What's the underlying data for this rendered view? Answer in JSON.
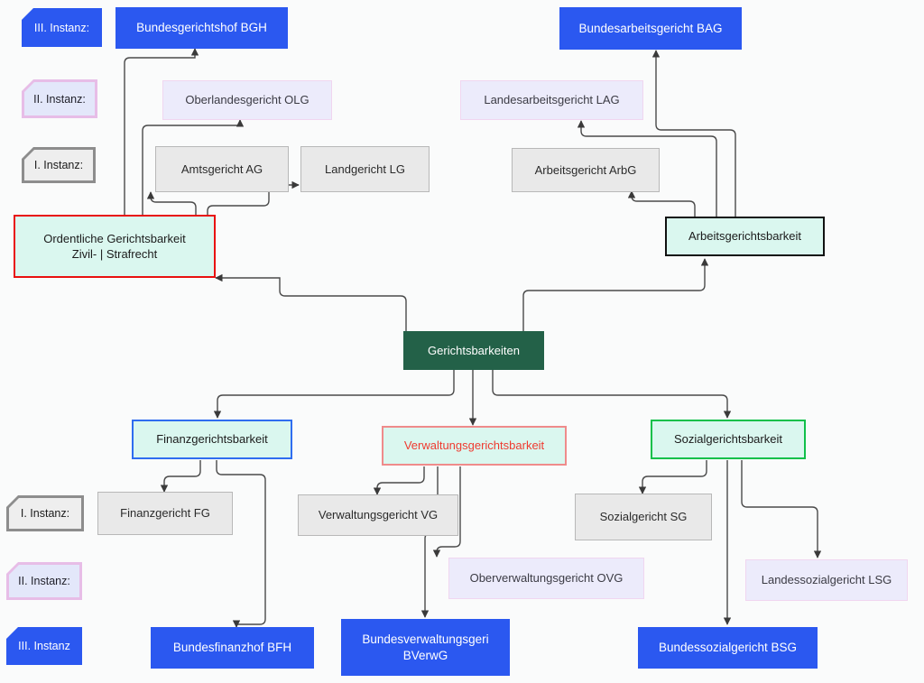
{
  "diagram": {
    "title": "Gerichtsbarkeiten",
    "background": "#fafbfb",
    "edge_color": "#4a4a4a"
  },
  "legend": {
    "top": [
      {
        "id": "legend-top-iii",
        "label": "III. Instanz:",
        "fill": "#2b58f0",
        "border": "#2b58f0",
        "text": "#ffffff"
      },
      {
        "id": "legend-top-ii",
        "label": "II. Instanz:",
        "fill": "#e3e7fa",
        "border": "#e7bde7",
        "text": "#1e1e28"
      },
      {
        "id": "legend-top-i",
        "label": "I. Instanz:",
        "fill": "#eeeeee",
        "border": "#8d8d8d",
        "text": "#1b1b1b"
      }
    ],
    "bottom": [
      {
        "id": "legend-bottom-i",
        "label": "I. Instanz:",
        "fill": "#eeeeee",
        "border": "#8d8d8d",
        "text": "#1b1b1b"
      },
      {
        "id": "legend-bottom-ii",
        "label": "II. Instanz:",
        "fill": "#e3e7fa",
        "border": "#e7bde7",
        "text": "#1e1e28"
      },
      {
        "id": "legend-bottom-iii",
        "label": "III. Instanz",
        "fill": "#2b58f0",
        "border": "#2b58f0",
        "text": "#ffffff"
      }
    ]
  },
  "root": {
    "label": "Gerichtsbarkeiten",
    "fill": "#236148",
    "text": "#ffffff"
  },
  "branches": [
    {
      "id": "ordentliche",
      "label_line1": "Ordentliche Gerichtsbarkeit",
      "label_line2": "Zivil- | Strafrecht",
      "border": "#e8100f",
      "fill": "#daf7ef",
      "text": "#1b1b1b"
    },
    {
      "id": "arbeits",
      "label_line1": "Arbeitsgerichtsbarkeit",
      "label_line2": "",
      "border": "#111111",
      "fill": "#daf7ef",
      "text": "#1b1b1b"
    },
    {
      "id": "finanz",
      "label_line1": "Finanzgerichtsbarkeit",
      "label_line2": "",
      "border": "#2f6df0",
      "fill": "#daf7ef",
      "text": "#1b1b1b"
    },
    {
      "id": "verwaltung",
      "label_line1": "Verwaltungsgerichtsbarkeit",
      "label_line2": "",
      "border": "#ef8b8b",
      "fill": "#daf7ef",
      "text": "#ef3b30"
    },
    {
      "id": "sozial",
      "label_line1": "Sozialgerichtsbarkeit",
      "label_line2": "",
      "border": "#10c04a",
      "fill": "#daf7ef",
      "text": "#1b1b1b"
    }
  ],
  "courts": {
    "bgh": {
      "label": "Bundesgerichtshof BGH",
      "instance": "III",
      "fill": "#2b58f0",
      "text": "#ffffff"
    },
    "bag": {
      "label": "Bundesarbeitsgericht BAG",
      "instance": "III",
      "fill": "#2b58f0",
      "text": "#ffffff"
    },
    "bfh": {
      "label": "Bundesfinanzhof BFH",
      "instance": "III",
      "fill": "#2b58f0",
      "text": "#ffffff"
    },
    "bverwg": {
      "label_line1": "Bundesverwaltungsgeri",
      "label_line2": "BVerwG",
      "instance": "III",
      "fill": "#2b58f0",
      "text": "#ffffff"
    },
    "bsg": {
      "label": "Bundessozialgericht BSG",
      "instance": "III",
      "fill": "#2b58f0",
      "text": "#ffffff"
    },
    "olg": {
      "label": "Oberlandesgericht OLG",
      "instance": "II",
      "fill": "#ecebfb",
      "text": "#3b3b44"
    },
    "lag": {
      "label": "Landesarbeitsgericht LAG",
      "instance": "II",
      "fill": "#ecebfb",
      "text": "#3b3b44"
    },
    "ovg": {
      "label": "Oberverwaltungsgericht OVG",
      "instance": "II",
      "fill": "#ecebfb",
      "text": "#3b3b44"
    },
    "lsg": {
      "label": "Landessozialgericht LSG",
      "instance": "II",
      "fill": "#ecebfb",
      "text": "#3b3b44"
    },
    "ag": {
      "label": "Amtsgericht AG",
      "instance": "I",
      "fill": "#e9e9e9",
      "text": "#2b2b2b"
    },
    "lg": {
      "label": "Landgericht LG",
      "instance": "I",
      "fill": "#e9e9e9",
      "text": "#2b2b2b"
    },
    "arbg": {
      "label": "Arbeitsgericht ArbG",
      "instance": "I",
      "fill": "#e9e9e9",
      "text": "#2b2b2b"
    },
    "fg": {
      "label": "Finanzgericht FG",
      "instance": "I",
      "fill": "#e9e9e9",
      "text": "#2b2b2b"
    },
    "vg": {
      "label": "Verwaltungsgericht VG",
      "instance": "I",
      "fill": "#e9e9e9",
      "text": "#2b2b2b"
    },
    "sg": {
      "label": "Sozialgericht SG",
      "instance": "I",
      "fill": "#e9e9e9",
      "text": "#2b2b2b"
    }
  }
}
